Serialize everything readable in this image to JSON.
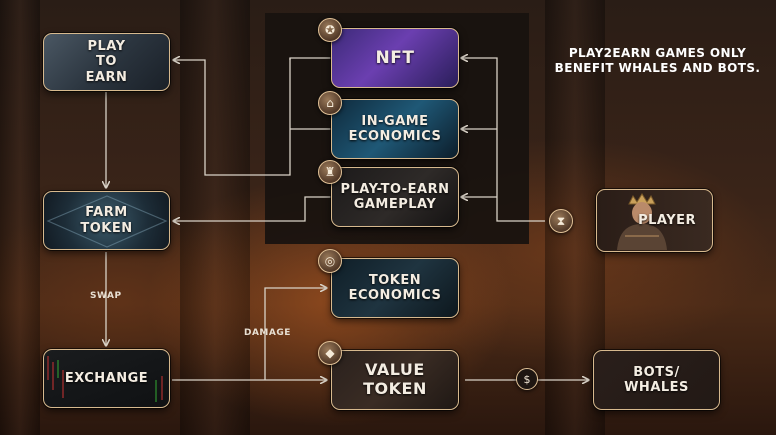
{
  "headline": "PLAY2EARN GAMES ONLY\nBENEFIT WHALES AND BOTS.",
  "nodes": {
    "play_to_earn": "PLAY\nTO\nEARN",
    "farm_token": "FARM\nTOKEN",
    "exchange": "EXCHANGE",
    "nft": "NFT",
    "in_game_economics": "IN-GAME\nECONOMICS",
    "p2e_gameplay": "PLAY-TO-EARN\nGAMEPLAY",
    "token_economics": "TOKEN\nECONOMICS",
    "value_token": "VALUE\nTOKEN",
    "player": "PLAYER",
    "bots_whales": "BOTS/\nWHALES"
  },
  "edge_labels": {
    "swap": "SWAP",
    "damage": "DAMAGE"
  },
  "icons": {
    "nft": "nft-emblem-icon",
    "in_game_economics": "shop-icon",
    "p2e_gameplay": "helmet-icon",
    "token_economics": "coin-stack-icon",
    "value_token": "ethereum-icon",
    "player_edge": "hourglass-icon",
    "bots_edge": "money-bag-icon"
  },
  "colors": {
    "box_border": "#d7b98e",
    "wire": "#d9d2c7",
    "text": "#f4ede2"
  }
}
